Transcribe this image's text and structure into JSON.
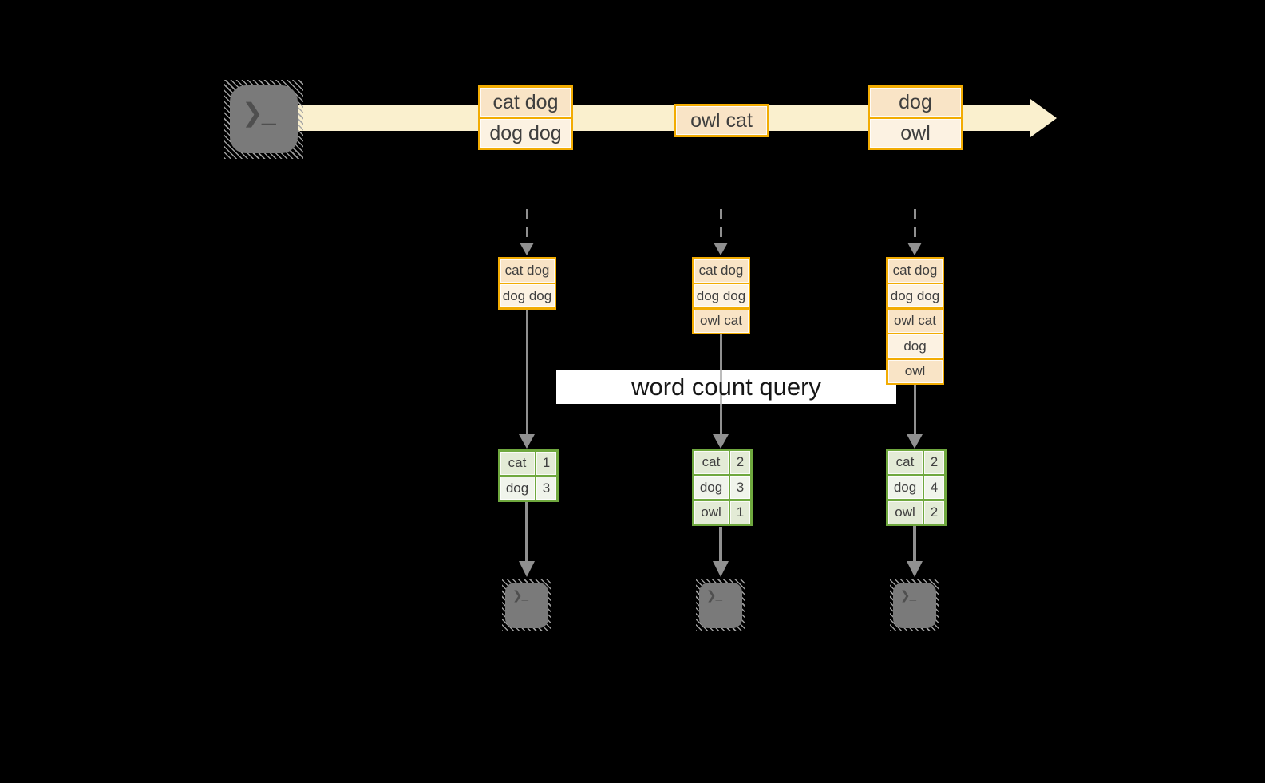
{
  "colors": {
    "background": "#000000",
    "band": "#FAF0CE",
    "amber": "#F2AC02",
    "peach": "#F9E4C6",
    "cream": "#FCF2E2",
    "green": "#6FA83E",
    "green-cell-a": "#E3EBD6",
    "green-cell-b": "#F0F4EB",
    "arrow-gray": "#909090",
    "terminal-gray": "#7A7A7A",
    "ink": "#3F3F3F"
  },
  "icons": {
    "terminal_prompt": "❯_"
  },
  "banner": {
    "label": "word count query"
  },
  "stream": {
    "messages": [
      {
        "lines": [
          "cat dog",
          "dog dog"
        ]
      },
      {
        "lines": [
          "owl cat"
        ]
      },
      {
        "lines": [
          "dog",
          "owl"
        ]
      }
    ]
  },
  "pipelines": [
    {
      "buffer": [
        "cat dog",
        "dog dog"
      ],
      "counts": [
        {
          "word": "cat",
          "count": "1"
        },
        {
          "word": "dog",
          "count": "3"
        }
      ]
    },
    {
      "buffer": [
        "cat dog",
        "dog dog",
        "owl cat"
      ],
      "counts": [
        {
          "word": "cat",
          "count": "2"
        },
        {
          "word": "dog",
          "count": "3"
        },
        {
          "word": "owl",
          "count": "1"
        }
      ]
    },
    {
      "buffer": [
        "cat dog",
        "dog dog",
        "owl cat",
        "dog",
        "owl"
      ],
      "counts": [
        {
          "word": "cat",
          "count": "2"
        },
        {
          "word": "dog",
          "count": "4"
        },
        {
          "word": "owl",
          "count": "2"
        }
      ]
    }
  ]
}
